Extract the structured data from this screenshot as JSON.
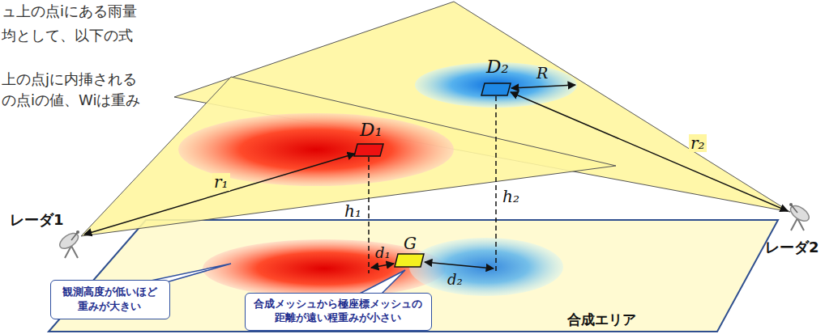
{
  "diagram": {
    "nodes": [
      {
        "text": [
          "観測高度が低いほど 重みが大きい"
        ]
      },
      {
        "text": [
          "合成メッシュから極座標メッシュの 距離が遠い程重みが小さい"
        ]
      }
    ],
    "labels": [
      "ュ上の点iにある雨量",
      "均として、以下の式",
      "上の点jに内挿される",
      "の点iの値、Wiは重み",
      "D₂",
      "R",
      "r₂",
      "D₁",
      "r₁",
      "h₁",
      "h₂",
      "G",
      "d₁",
      "d₂",
      "レーダ1",
      "レーダ2",
      "合成エリア"
    ]
  }
}
